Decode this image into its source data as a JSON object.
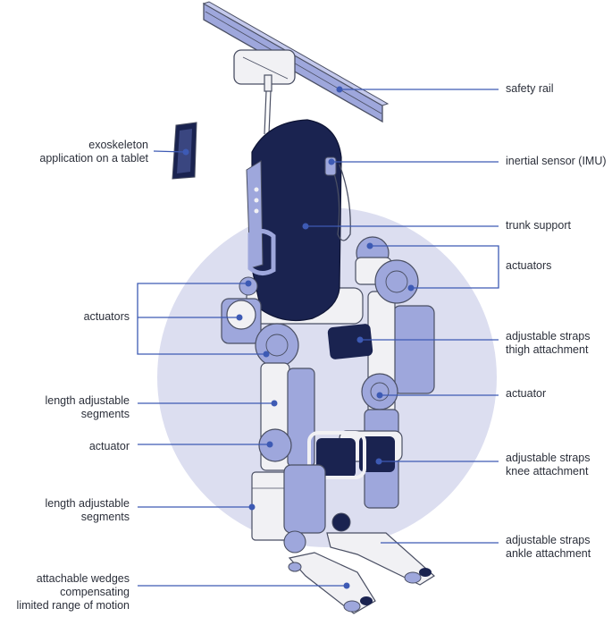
{
  "labels": {
    "safety_rail": [
      "safety rail"
    ],
    "tablet_app": [
      "exoskeleton",
      "application on a tablet"
    ],
    "imu": [
      "inertial sensor (IMU)"
    ],
    "trunk_support": [
      "trunk support"
    ],
    "actuators_right": [
      "actuators"
    ],
    "actuators_left": [
      "actuators"
    ],
    "thigh_straps": [
      "adjustable straps",
      "thigh attachment"
    ],
    "actuator_right": [
      "actuator"
    ],
    "length_segments_upper": [
      "length adjustable",
      "segments"
    ],
    "actuator_left": [
      "actuator"
    ],
    "knee_straps": [
      "adjustable straps",
      "knee attachment"
    ],
    "length_segments_lower": [
      "length adjustable",
      "segments"
    ],
    "ankle_straps": [
      "adjustable straps",
      "ankle attachment"
    ],
    "wedges": [
      "attachable wedges",
      "compensating",
      "limited range of motion"
    ]
  },
  "colors": {
    "callout": "#3d5ab4",
    "navy": "#1a2350",
    "lavender": "#9ea7dc",
    "halo": "#dcdef0",
    "frame": "#f1f1f4",
    "outline": "#4a4f63",
    "text": "#2b2f3a"
  }
}
